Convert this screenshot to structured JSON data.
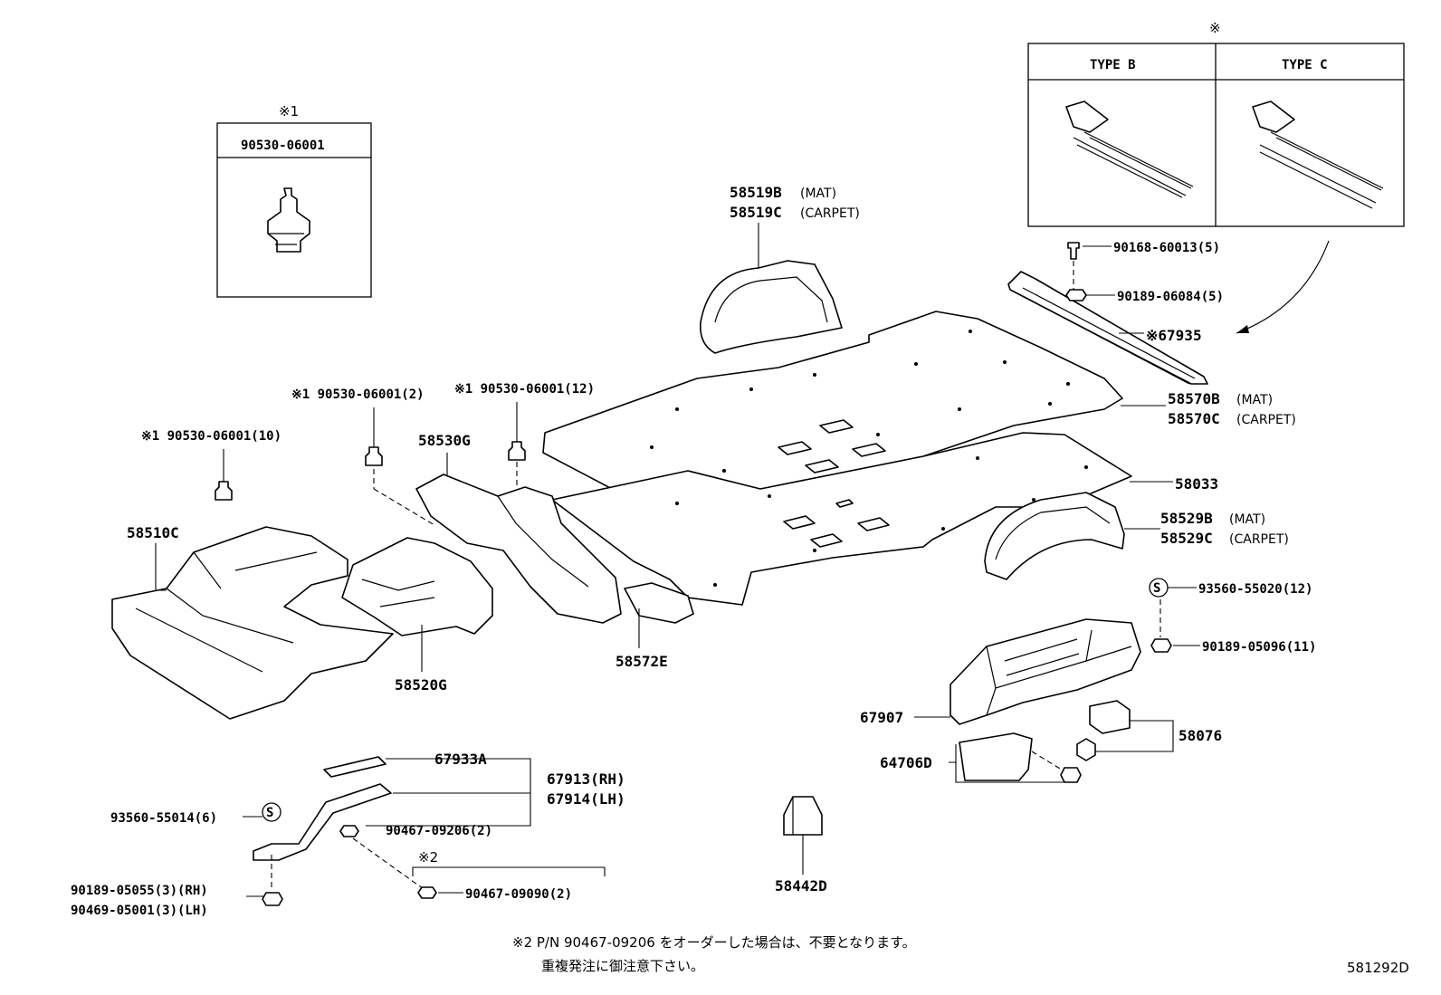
{
  "inset_clip": {
    "marker": "※1",
    "part_no": "90530-06001"
  },
  "inset_types": {
    "marker": "※",
    "type_b": "TYPE B",
    "type_c": "TYPE C"
  },
  "labels": {
    "p58519b": "58519B",
    "p58519b_sub": "(MAT)",
    "p58519c": "58519C",
    "p58519c_sub": "(CARPET)",
    "p90168": "90168-60013(5)",
    "p90189_06084": "90189-06084(5)",
    "p67935": "※67935",
    "p58570b": "58570B",
    "p58570b_sub": "(MAT)",
    "p58570c": "58570C",
    "p58570c_sub": "(CARPET)",
    "p58033": "58033",
    "p58529b": "58529B",
    "p58529b_sub": "(MAT)",
    "p58529c": "58529C",
    "p58529c_sub": "(CARPET)",
    "p93560_55020": "93560-55020(12)",
    "s_mark": "S",
    "p90189_05096": "90189-05096(11)",
    "p67907": "67907",
    "p58076": "58076",
    "p64706d": "64706D",
    "p58442d": "58442D",
    "clip10": "※1 90530-06001(10)",
    "clip2": "※1 90530-06001(2)",
    "clip12": "※1 90530-06001(12)",
    "p58530g": "58530G",
    "p58510c": "58510C",
    "p58520g": "58520G",
    "p58572e": "58572E",
    "p67933a": "67933A",
    "p67913": "67913(RH)",
    "p67914": "67914(LH)",
    "p93560_55014": "93560-55014(6)",
    "p90467_09206": "90467-09206(2)",
    "note2_marker": "※2",
    "p90467_09090": "90467-09090(2)",
    "p90189_05055": "90189-05055(3)(RH)",
    "p90469_05001": "90469-05001(3)(LH)"
  },
  "footnote": {
    "line1": "※2 P/N 90467-09206 をオーダーした場合は、不要となります。",
    "line2": "重複発注に御注意下さい。"
  },
  "drawing_id": "581292D"
}
